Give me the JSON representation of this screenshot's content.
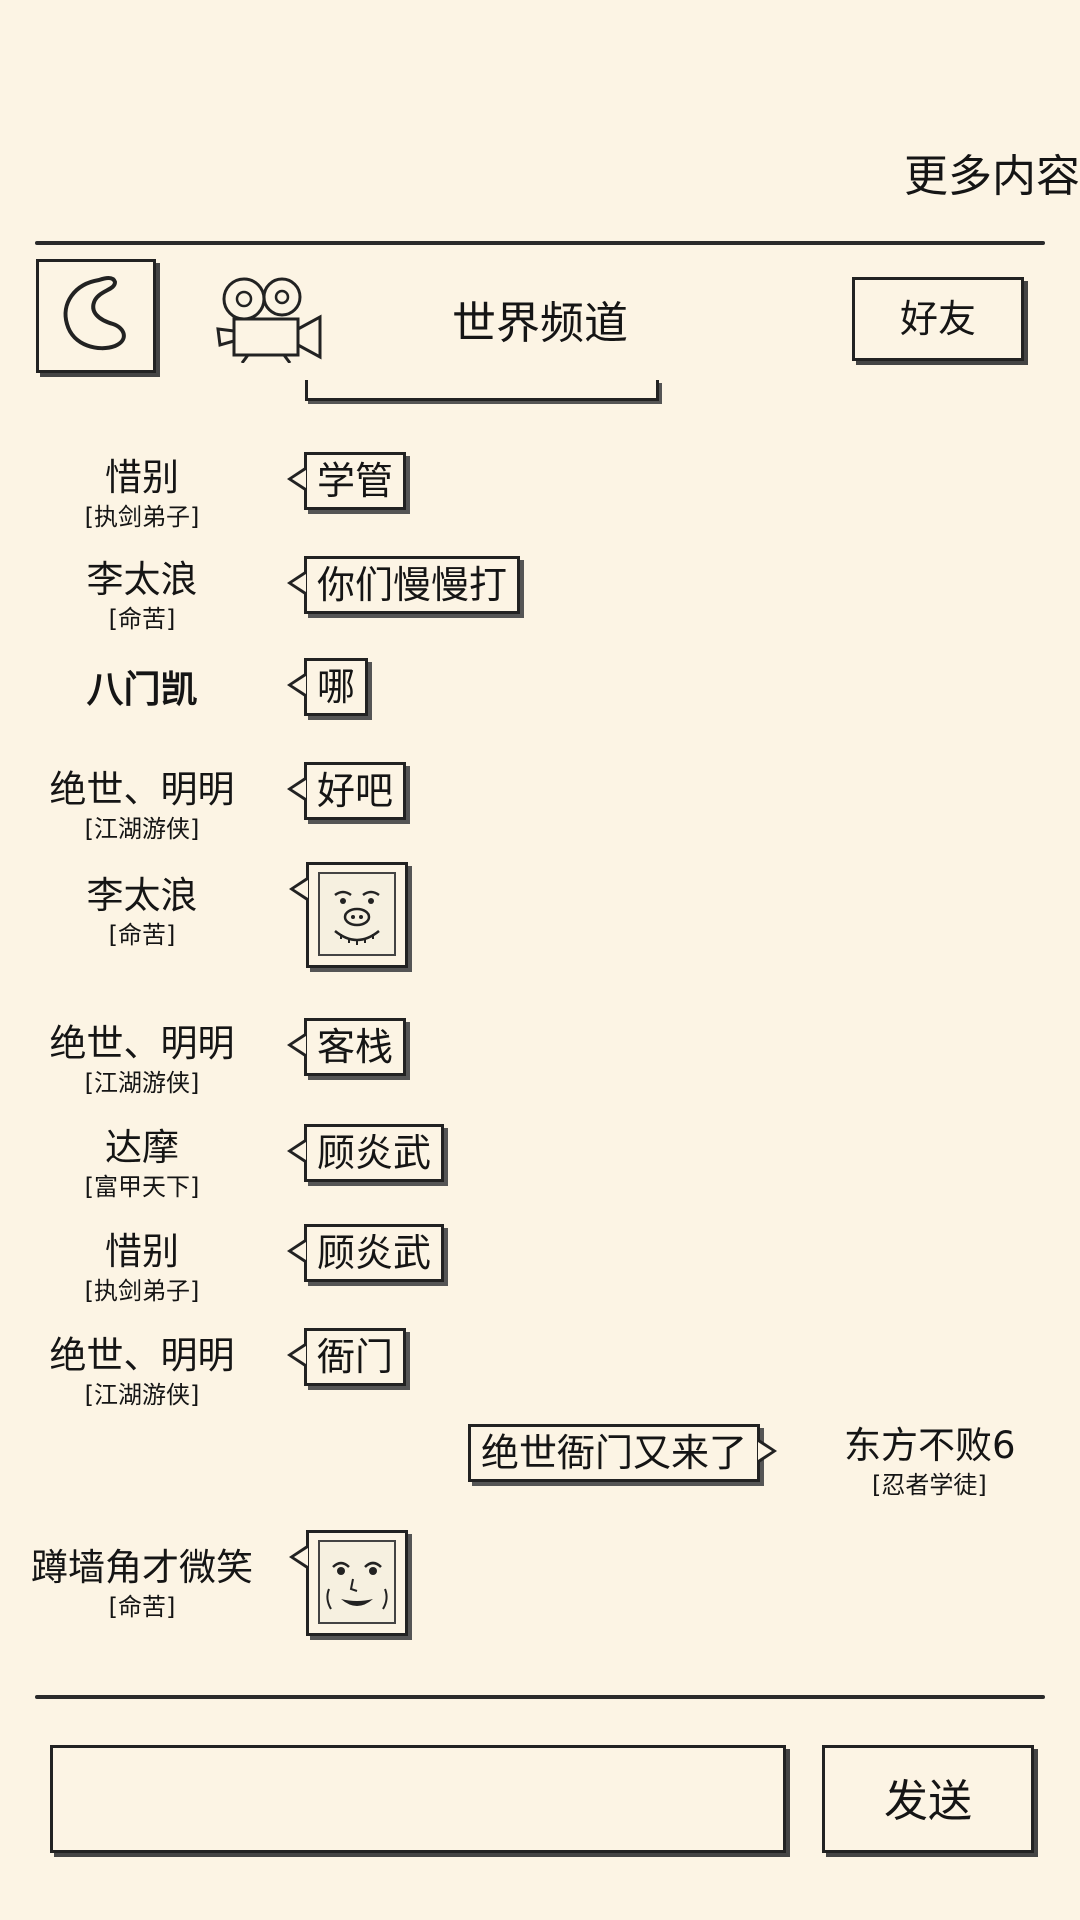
{
  "more_link": "更多内容",
  "header": {
    "back_icon": "back-icon",
    "camera_icon": "camera-icon",
    "title": "世界频道",
    "friends_label": "好友"
  },
  "messages": [
    {
      "side": "left",
      "name": "惜别",
      "tag": "[执剑弟子]",
      "text": "学管"
    },
    {
      "side": "left",
      "name": "李太浪",
      "tag": "[命苦]",
      "text": "你们慢慢打"
    },
    {
      "side": "left",
      "name": "八门凯",
      "tag": "",
      "text": "哪"
    },
    {
      "side": "left",
      "name": "绝世、明明",
      "tag": "[江湖游侠]",
      "text": "好吧"
    },
    {
      "side": "left",
      "name": "李太浪",
      "tag": "[命苦]",
      "sticker": "pig-face-sticker"
    },
    {
      "side": "left",
      "name": "绝世、明明",
      "tag": "[江湖游侠]",
      "text": "客栈"
    },
    {
      "side": "left",
      "name": "达摩",
      "tag": "[富甲天下]",
      "text": "顾炎武"
    },
    {
      "side": "left",
      "name": "惜别",
      "tag": "[执剑弟子]",
      "text": "顾炎武"
    },
    {
      "side": "left",
      "name": "绝世、明明",
      "tag": "[江湖游侠]",
      "text": "衙门"
    },
    {
      "side": "right",
      "name": "东方不败6",
      "tag": "[忍者学徒]",
      "text": "绝世衙门又来了"
    },
    {
      "side": "left",
      "name": "蹲墙角才微笑",
      "tag": "[命苦]",
      "sticker": "smiling-face-sticker"
    }
  ],
  "input": {
    "value": "",
    "placeholder": "",
    "send_label": "发送"
  }
}
